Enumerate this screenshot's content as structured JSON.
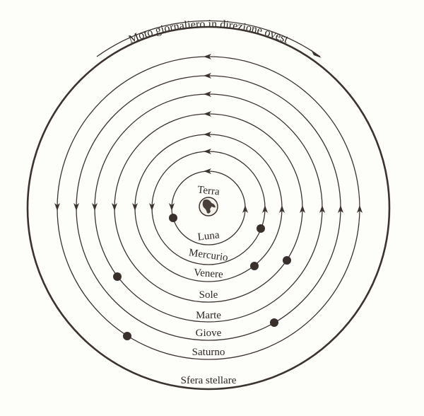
{
  "diagram": {
    "title_arc": "Moto giornaliero in direzione ovest",
    "center": "Terra",
    "spheres": [
      {
        "name": "Luna"
      },
      {
        "name": "Mercurio"
      },
      {
        "name": "Venere"
      },
      {
        "name": "Sole"
      },
      {
        "name": "Marte"
      },
      {
        "name": "Giove"
      },
      {
        "name": "Saturno"
      }
    ],
    "outer_sphere": "Sfera stellare",
    "colors": {
      "ink": "#3a3330",
      "paper": "#fdfdf9"
    }
  }
}
